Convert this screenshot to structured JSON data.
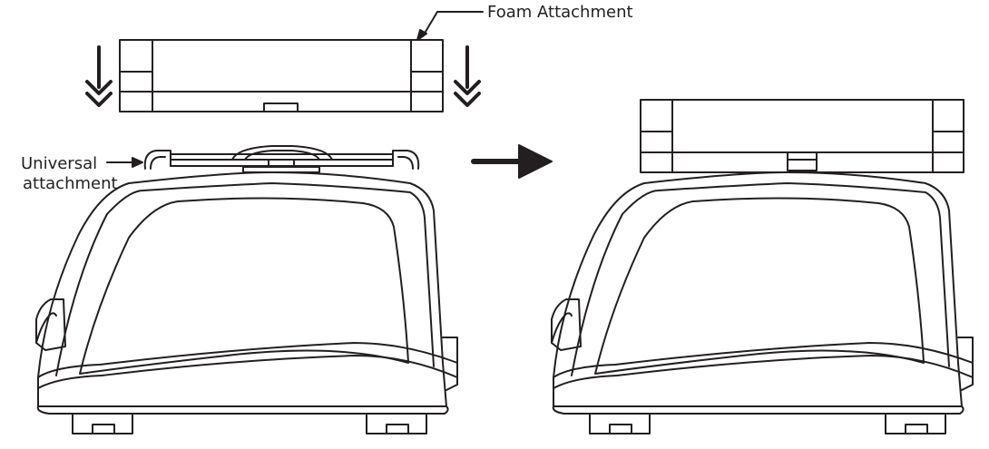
{
  "labels": {
    "foam_attachment": "Foam Attachment",
    "universal_line1": "Universal",
    "universal_line2": "attachment"
  },
  "icons": [
    "down-arrow-icon",
    "right-arrow-icon",
    "vortex-mixer-icon",
    "foam-attachment-icon",
    "universal-attachment-icon"
  ],
  "colors": {
    "line": "#231f20",
    "background": "#ffffff"
  }
}
